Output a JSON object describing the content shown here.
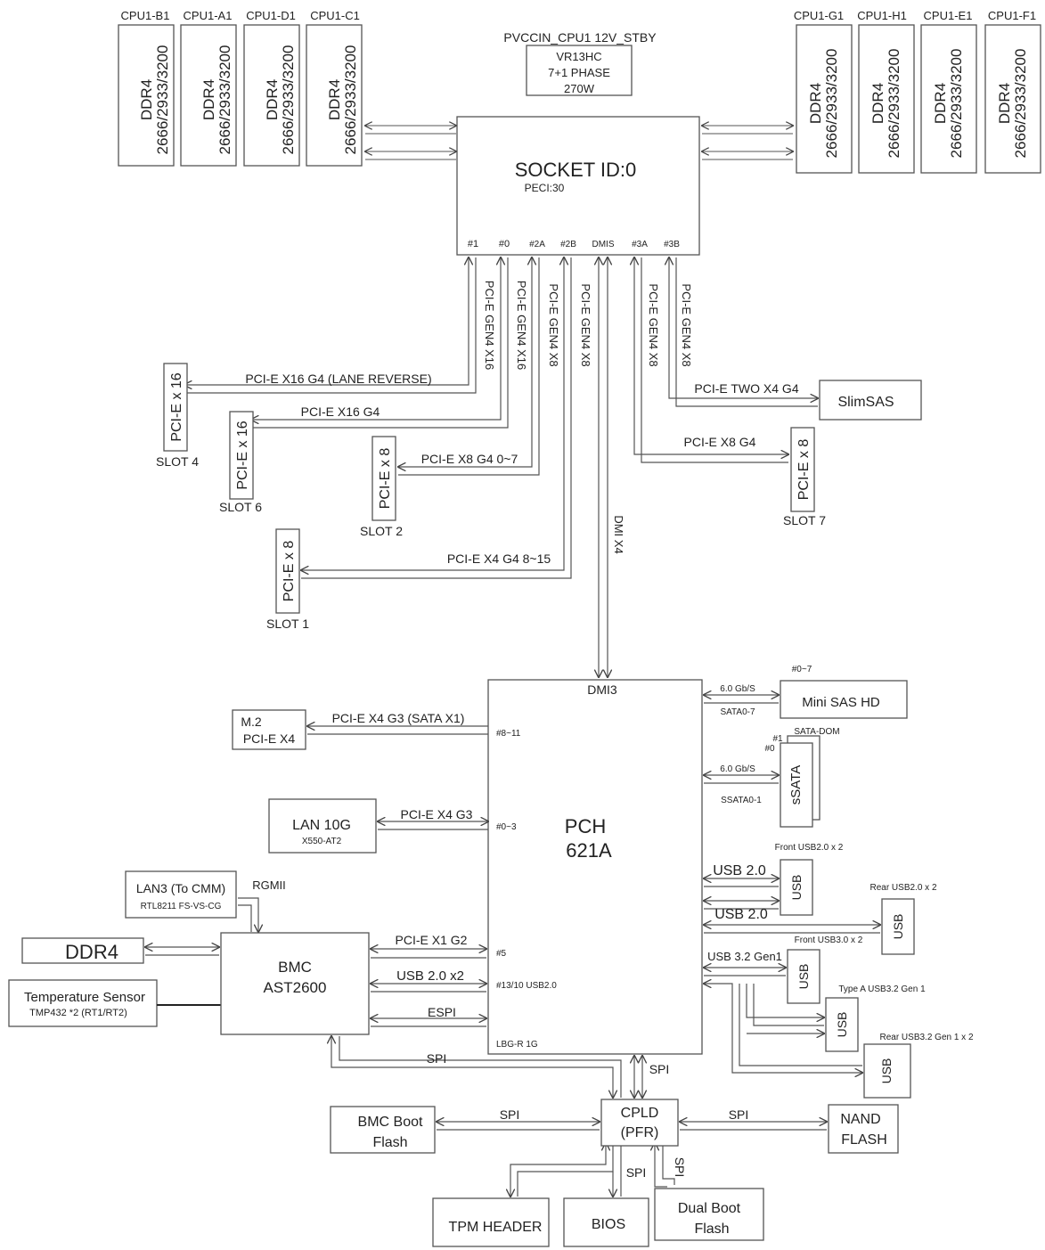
{
  "dimm_slots_left": [
    {
      "label": "CPU1-B1",
      "type": "DDR4",
      "speed": "2666/2933/3200"
    },
    {
      "label": "CPU1-A1",
      "type": "DDR4",
      "speed": "2666/2933/3200"
    },
    {
      "label": "CPU1-D1",
      "type": "DDR4",
      "speed": "2666/2933/3200"
    },
    {
      "label": "CPU1-C1",
      "type": "DDR4",
      "speed": "2666/2933/3200"
    }
  ],
  "dimm_slots_right": [
    {
      "label": "CPU1-G1",
      "type": "DDR4",
      "speed": "2666/2933/3200"
    },
    {
      "label": "CPU1-H1",
      "type": "DDR4",
      "speed": "2666/2933/3200"
    },
    {
      "label": "CPU1-E1",
      "type": "DDR4",
      "speed": "2666/2933/3200"
    },
    {
      "label": "CPU1-F1",
      "type": "DDR4",
      "speed": "2666/2933/3200"
    }
  ],
  "vr": {
    "top": "PVCCIN_CPU1 12V_STBY",
    "lines": [
      "VR13HC",
      "7+1 PHASE",
      "270W"
    ]
  },
  "socket": {
    "title": "SOCKET  ID:0",
    "peci": "PECI:30",
    "ports": [
      "#1",
      "#0",
      "#2A",
      "#2B",
      "DMIS",
      "#3A",
      "#3B"
    ]
  },
  "pcie_lanes": [
    "PCI-E GEN4 X16",
    "PCI-E GEN4 X16",
    "PCI-E GEN4 X8",
    "PCI-E GEN4 X8",
    "DMI X4",
    "PCI-E GEN4 X8",
    "PCI-E GEN4 X8"
  ],
  "slots": [
    {
      "name": "PCI-E x 16",
      "slot": "SLOT 4",
      "link": "PCI-E  X16  G4  (LANE  REVERSE)"
    },
    {
      "name": "PCI-E x 16",
      "slot": "SLOT 6",
      "link": "PCI-E  X16  G4"
    },
    {
      "name": "PCI-E x 8",
      "slot": "SLOT 2",
      "link": "PCI-E  X8  G4  0~7"
    },
    {
      "name": "PCI-E x 8",
      "slot": "SLOT 1",
      "link": "PCI-E X4  G4  8~15"
    },
    {
      "name": "PCI-E x 8",
      "slot": "SLOT 7",
      "link": "PCI-E X8  G4"
    }
  ],
  "slimsas": {
    "name": "SlimSAS",
    "link": "PCI-E TWO  X4  G4"
  },
  "pch": {
    "name": "PCH",
    "model": "621A",
    "dmi": "DMI3",
    "port_labels": [
      "#8~11",
      "#0~3",
      "#5",
      "#13/10  USB2.0",
      "LBG-R 1G"
    ]
  },
  "m2": {
    "lines": [
      "M.2",
      "PCI-E X4"
    ],
    "link": "PCI-E X4 G3 (SATA X1)"
  },
  "lan10g": {
    "name": "LAN 10G",
    "chip": "X550-AT2",
    "link": "PCI-E  X4  G3"
  },
  "lan3": {
    "name": "LAN3 (To CMM)",
    "chip": "RTL8211 FS-VS-CG",
    "link": "RGMII"
  },
  "bmc_ddr": "DDR4",
  "temp_sensor": {
    "name": "Temperature Sensor",
    "detail": "TMP432  *2  (RT1/RT2)"
  },
  "bmc": {
    "name": "BMC",
    "chip": "AST2600",
    "links": [
      "PCI-E X1  G2",
      "USB  2.0 x2",
      "ESPI"
    ]
  },
  "mini_sas": {
    "name": "Mini SAS HD",
    "range": "#0~7",
    "speed": "6.0  Gb/S",
    "ports": "SATA0-7"
  },
  "ssata": {
    "name": "sSATA",
    "dom": "SATA-DOM",
    "idx1": "#1",
    "idx0": "#0",
    "speed": "6.0  Gb/S",
    "ports": "SSATA0-1"
  },
  "usb": {
    "label": "USB",
    "usb20_a": "USB  2.0",
    "usb20_b": "USB  2.0",
    "usb32": "USB  3.2 Gen1",
    "front_usb20": "Front  USB2.0  x  2",
    "rear_usb20": "Rear  USB2.0  x  2",
    "front_usb30": "Front  USB3.0  x  2",
    "type_a": "Type  A  USB3.2 Gen 1",
    "rear_usb32": "Rear  USB3.2 Gen 1  x  2"
  },
  "cpld": {
    "lines": [
      "CPLD",
      "(PFR)"
    ]
  },
  "bmc_flash": {
    "lines": [
      "BMC Boot",
      "Flash"
    ]
  },
  "nand": {
    "lines": [
      "NAND",
      "FLASH"
    ]
  },
  "tpm": "TPM HEADER",
  "bios": "BIOS",
  "dual_boot": {
    "lines": [
      "Dual Boot",
      "Flash"
    ]
  },
  "spi": "SPI"
}
